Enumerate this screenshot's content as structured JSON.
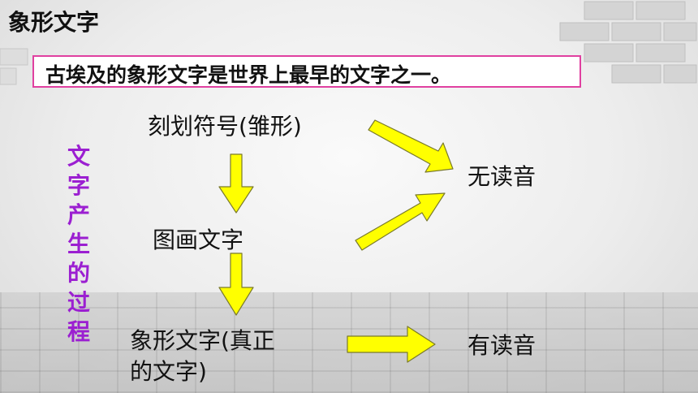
{
  "slide": {
    "title": "象形文字",
    "intro": "古埃及的象形文字是世界上最早的文字之一。",
    "vertical_label": "文字产生的过程",
    "nodes": {
      "carved_symbols": "刻划符号(雏形)",
      "picture_writing": "图画文字",
      "pictograph_line1": "象形文字(真正",
      "pictograph_line2": "的文字)",
      "no_pronunciation": "无读音",
      "has_pronunciation": "有读音"
    },
    "colors": {
      "arrow_fill": "#ffff00",
      "intro_border": "#e040a0",
      "vertical_label": "#9b1fd1"
    }
  }
}
